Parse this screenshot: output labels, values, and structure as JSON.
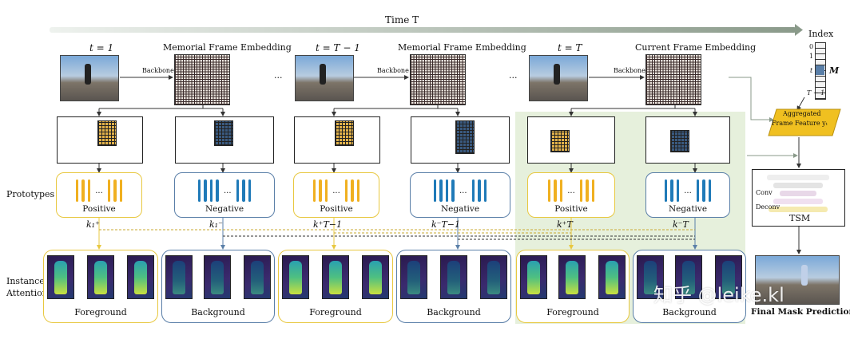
{
  "time_axis": {
    "label": "Time T"
  },
  "index": {
    "title": "Index",
    "ticks": [
      "0",
      "1",
      "t",
      "T − 1"
    ],
    "matrix_label": "M"
  },
  "columns": [
    {
      "frame_label": "t = 1",
      "embedding_label": "Memorial Frame Embedding",
      "backbone": "Backbone",
      "pos": {
        "label": "Positive",
        "key": "k₁⁺"
      },
      "neg": {
        "label": "Negative",
        "key": "k₁⁻"
      },
      "fg": "Foreground",
      "bg": "Background"
    },
    {
      "frame_label": "t = T − 1",
      "embedding_label": "Memorial Frame Embedding",
      "backbone": "Backbone",
      "pos": {
        "label": "Positive",
        "key": "k⁺T−1"
      },
      "neg": {
        "label": "Negative",
        "key": "k⁻T−1"
      },
      "fg": "Foreground",
      "bg": "Background"
    },
    {
      "frame_label": "t = T",
      "embedding_label": "Current Frame Embedding",
      "backbone": "Backbone",
      "pos": {
        "label": "Positive",
        "key": "k⁺T"
      },
      "neg": {
        "label": "Negative",
        "key": "k⁻T"
      },
      "fg": "Foreground",
      "bg": "Background"
    }
  ],
  "ellipsis": "...",
  "row_labels": {
    "prototypes": "Prototypes",
    "instance": "Instance",
    "attention": "Attention"
  },
  "aggregated": {
    "line1": "Aggregated",
    "line2": "Frame Feature yₜ"
  },
  "tsm": {
    "conv": "Conv",
    "deconv": "Deconv",
    "label": "TSM"
  },
  "final": {
    "label": "Final Mask Prediction"
  },
  "watermark": "知乎 @leike.kl",
  "colors": {
    "positive": "#e8c840",
    "negative": "#5a7fa8",
    "highlight": "#e6f0dc",
    "agg": "#f0c020"
  }
}
